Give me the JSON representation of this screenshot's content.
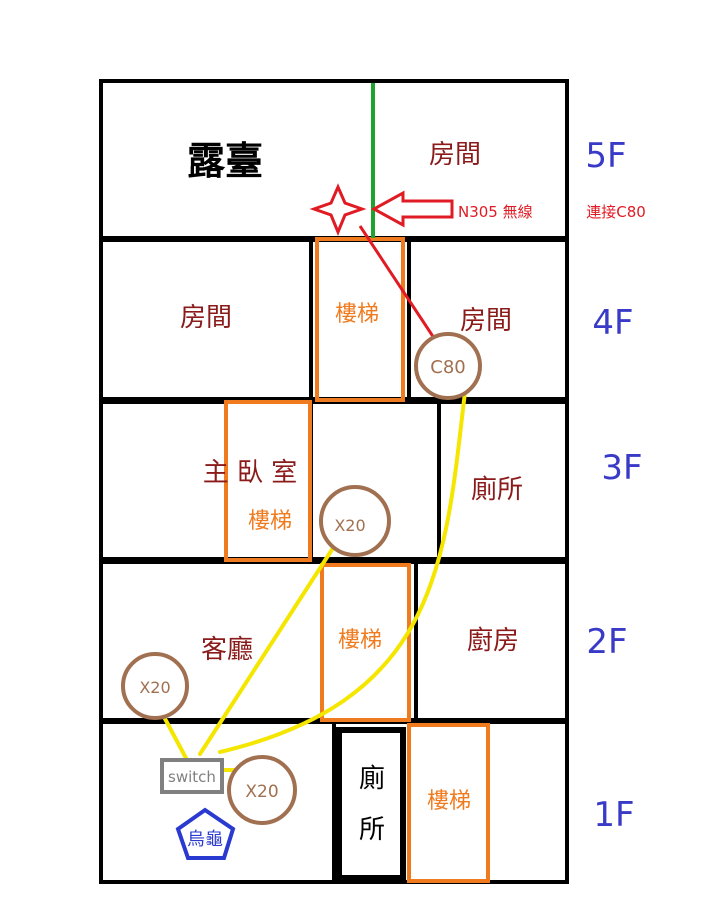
{
  "floors": {
    "f5": {
      "label": "5F",
      "terrace": "露臺",
      "room": "房間",
      "ap": "N305 無線",
      "link": "連接C80"
    },
    "f4": {
      "label": "4F",
      "room_left": "房間",
      "stairs": "樓梯",
      "room_right": "房間",
      "device": "C80"
    },
    "f3": {
      "label": "3F",
      "master": "主 臥 室",
      "stairs": "樓梯",
      "toilet": "廁所",
      "device": "X20"
    },
    "f2": {
      "label": "2F",
      "living": "客廳",
      "stairs": "樓梯",
      "kitchen": "廚房",
      "device": "X20"
    },
    "f1": {
      "label": "1F",
      "switch": "switch",
      "device": "X20",
      "toilet_top": "廁",
      "toilet_bottom": "所",
      "stairs": "樓梯",
      "router": "烏龜"
    }
  },
  "colors": {
    "wall": "#000000",
    "room_text": "#8b1a1a",
    "stairs": "#f07b1e",
    "floor_label": "#3a3ac8",
    "wifi_link": "#f5e600",
    "ap_arrow": "#e01b24",
    "green_line": "#1fa32f",
    "device": "#a07050",
    "switch": "#808080",
    "router": "#2a3ad0"
  },
  "icons": {
    "ap": "star-icon",
    "arrow": "arrow-left-icon",
    "router": "pentagon-icon"
  }
}
